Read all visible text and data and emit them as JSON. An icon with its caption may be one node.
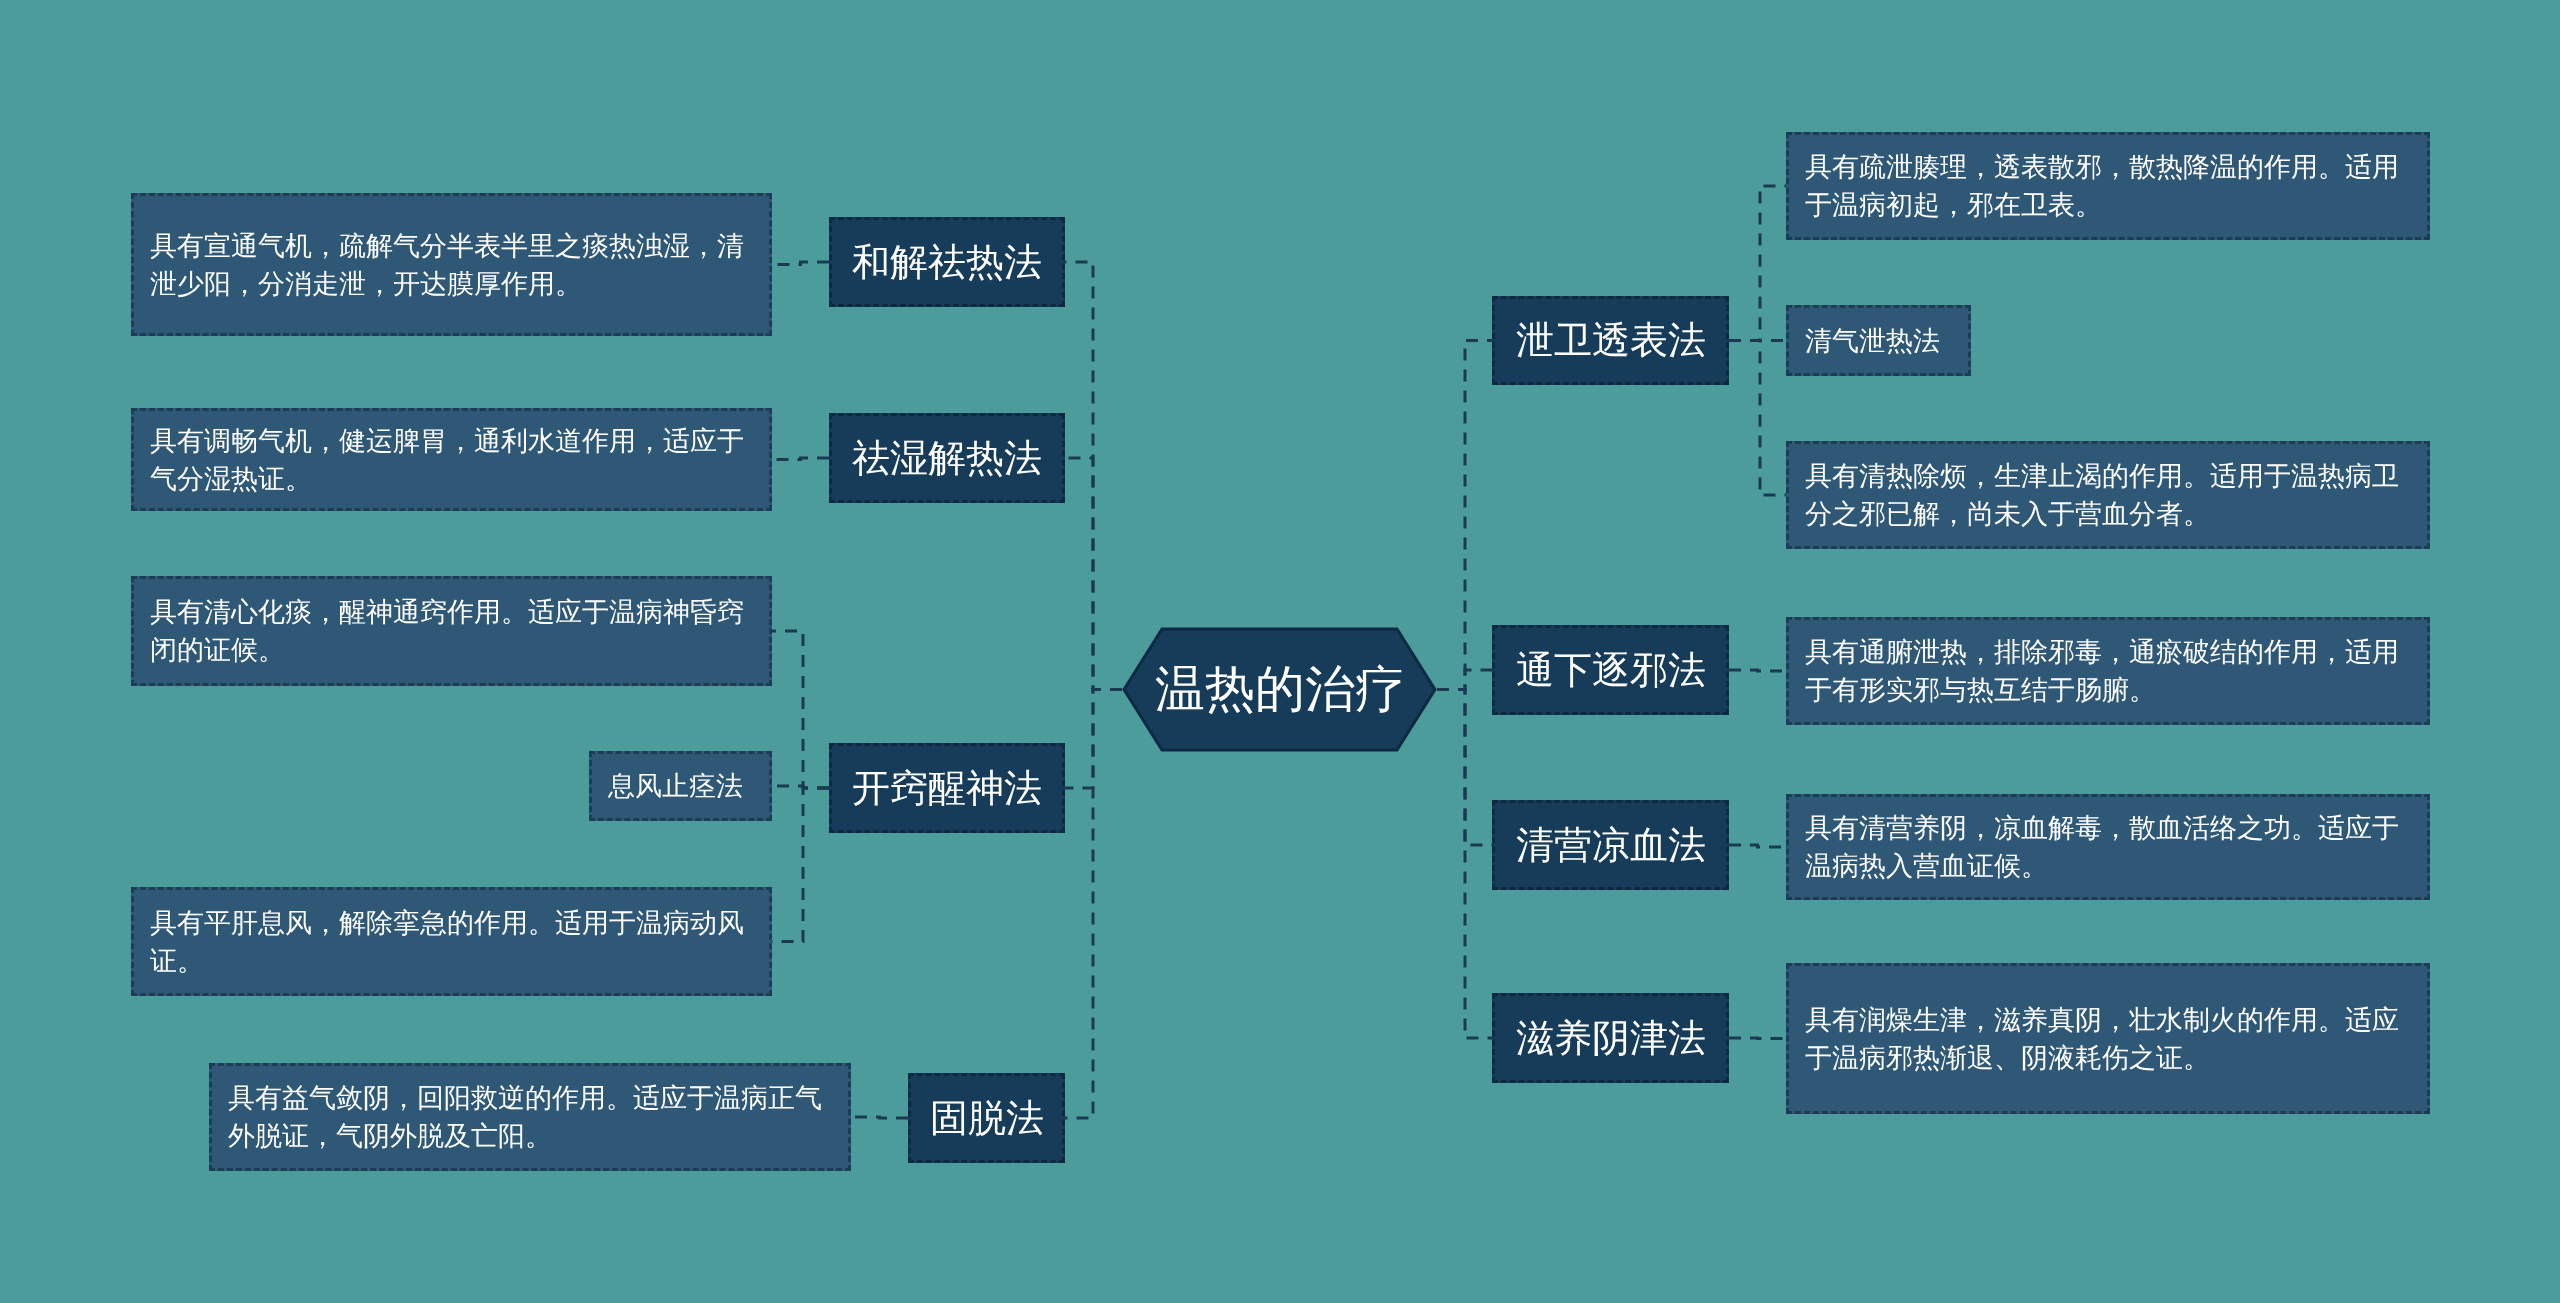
{
  "diagram": {
    "nodes": [
      {
        "text": [
          "温热的治疗"
        ]
      },
      {
        "text": [
          "和解祛热法"
        ]
      },
      {
        "text": [
          "具有宣通气机，疏解气分半表半里之痰热浊湿，清泄少阳，分消走泄，开达膜厚作用。"
        ]
      },
      {
        "text": [
          "祛湿解热法"
        ]
      },
      {
        "text": [
          "具有调畅气机，健运脾胃，通利水道作用，适应于气分湿热证。"
        ]
      },
      {
        "text": [
          "开窍醒神法"
        ]
      },
      {
        "text": [
          "具有清心化痰，醒神通窍作用。适应于温病神昏窍闭的证候。"
        ]
      },
      {
        "text": [
          "息风止痉法"
        ]
      },
      {
        "text": [
          "具有平肝息风，解除挛急的作用。适用于温病动风证。"
        ]
      },
      {
        "text": [
          "固脱法"
        ]
      },
      {
        "text": [
          "具有益气敛阴，回阳救逆的作用。适应于温病正气外脱证，气阴外脱及亡阳。"
        ]
      },
      {
        "text": [
          "泄卫透表法"
        ]
      },
      {
        "text": [
          "具有疏泄腠理，透表散邪，散热降温的作用。适用于温病初起，邪在卫表。"
        ]
      },
      {
        "text": [
          "清气泄热法"
        ]
      },
      {
        "text": [
          "具有清热除烦，生津止渴的作用。适用于温热病卫分之邪已解，尚未入于营血分者。"
        ]
      },
      {
        "text": [
          "通下逐邪法"
        ]
      },
      {
        "text": [
          "具有通腑泄热，排除邪毒，通瘀破结的作用，适用于有形实邪与热互结于肠腑。"
        ]
      },
      {
        "text": [
          "清营凉血法"
        ]
      },
      {
        "text": [
          "具有清营养阴，凉血解毒，散血活络之功。适应于温病热入营血证候。"
        ]
      },
      {
        "text": [
          "滋养阴津法"
        ]
      },
      {
        "text": [
          "具有润燥生津，滋养真阴，壮水制火的作用。适应于温病邪热渐退、阴液耗伤之证。"
        ]
      }
    ],
    "edges": [
      {
        "from": 0,
        "to": 1,
        "arrow": "none"
      },
      {
        "from": 1,
        "to": 2,
        "arrow": "none"
      },
      {
        "from": 0,
        "to": 3,
        "arrow": "none"
      },
      {
        "from": 3,
        "to": 4,
        "arrow": "none"
      },
      {
        "from": 0,
        "to": 5,
        "arrow": "none"
      },
      {
        "from": 5,
        "to": 6,
        "arrow": "none"
      },
      {
        "from": 5,
        "to": 7,
        "arrow": "none"
      },
      {
        "from": 5,
        "to": 8,
        "arrow": "none"
      },
      {
        "from": 0,
        "to": 9,
        "arrow": "none"
      },
      {
        "from": 9,
        "to": 10,
        "arrow": "none"
      },
      {
        "from": 0,
        "to": 11,
        "arrow": "none"
      },
      {
        "from": 11,
        "to": 12,
        "arrow": "none"
      },
      {
        "from": 11,
        "to": 13,
        "arrow": "none"
      },
      {
        "from": 11,
        "to": 14,
        "arrow": "none"
      },
      {
        "from": 0,
        "to": 15,
        "arrow": "none"
      },
      {
        "from": 15,
        "to": 16,
        "arrow": "none"
      },
      {
        "from": 0,
        "to": 17,
        "arrow": "none"
      },
      {
        "from": 17,
        "to": 18,
        "arrow": "none"
      },
      {
        "from": 0,
        "to": 19,
        "arrow": "none"
      },
      {
        "from": 19,
        "to": 20,
        "arrow": "none"
      }
    ]
  }
}
